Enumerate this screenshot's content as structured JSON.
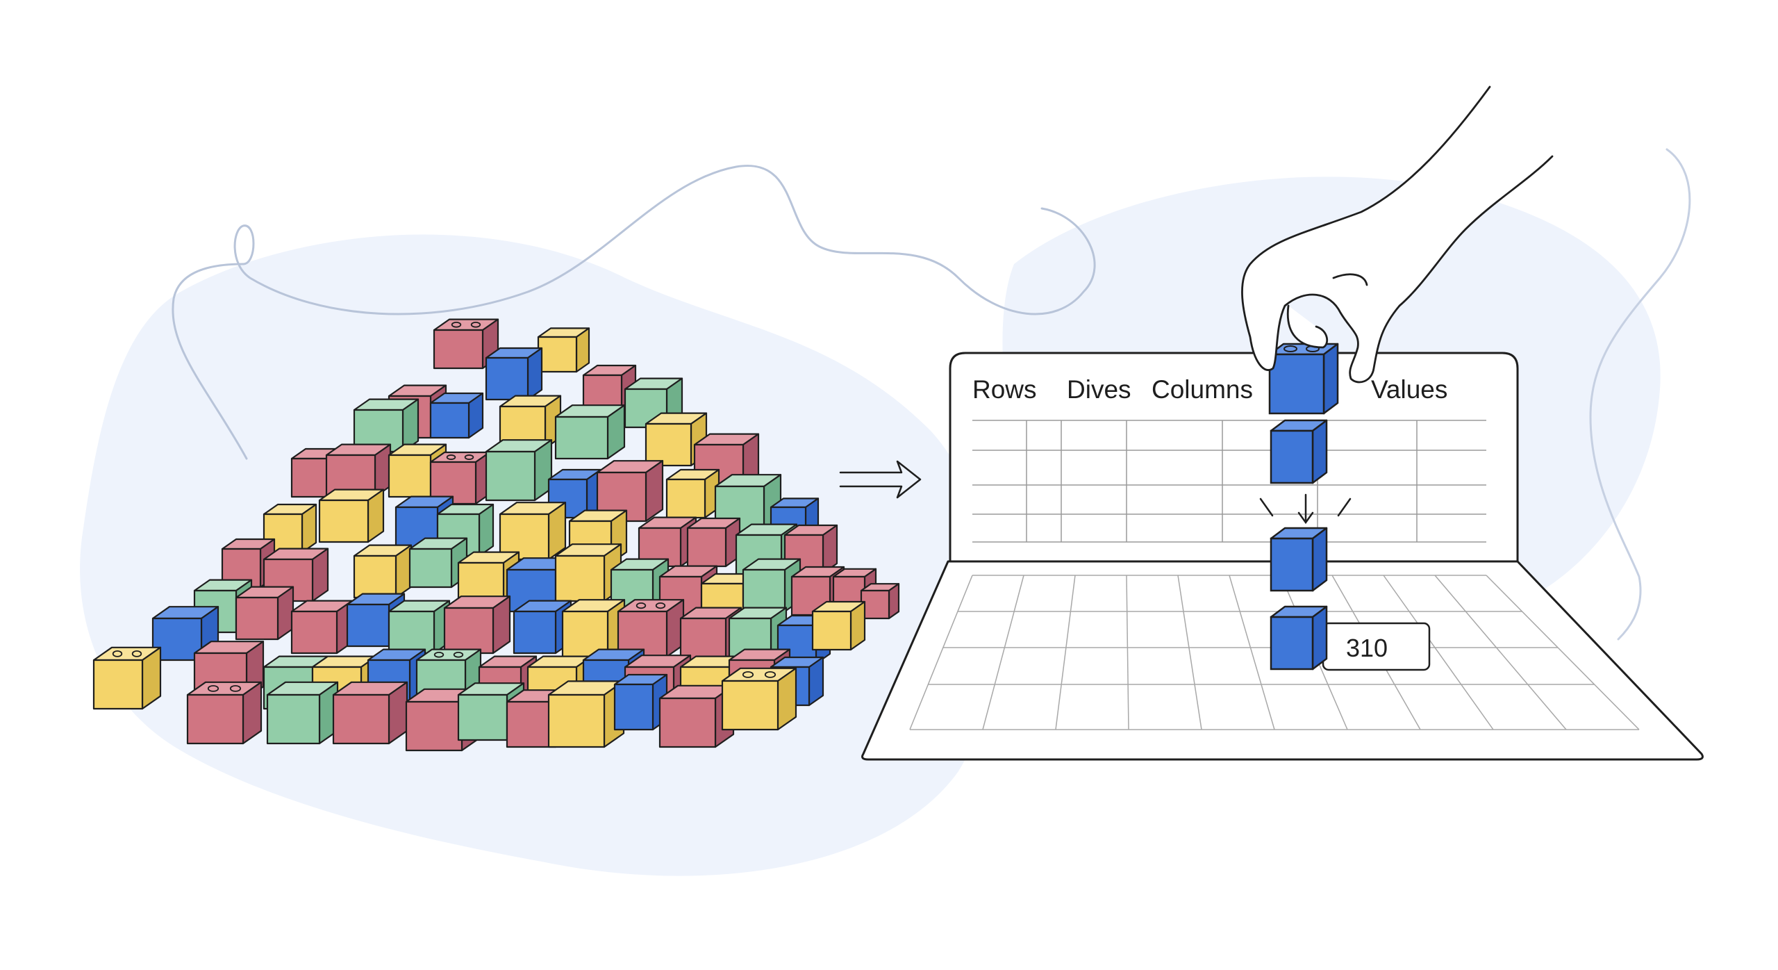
{
  "pivot": {
    "headers": [
      "Rows",
      "Dives",
      "Columns",
      "Values"
    ],
    "result_value": "310"
  },
  "colors": {
    "yellow": "#f4d46a",
    "green": "#92cda8",
    "pink": "#d07582",
    "blue": "#3f77d8",
    "backdrop": "#eef3fc",
    "ink": "#1e1e1e"
  },
  "icons": [
    "arrow-right-icon",
    "hand-icon",
    "down-arrow-icon"
  ]
}
